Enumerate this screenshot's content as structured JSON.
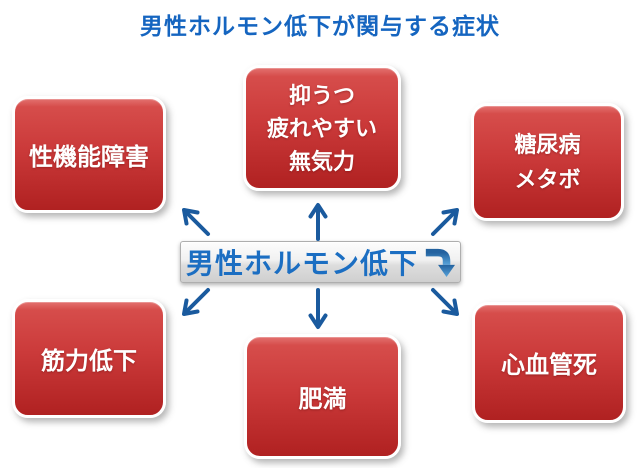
{
  "title": "男性ホルモン低下が関与する症状",
  "center_node": {
    "label": "男性ホルモン低下",
    "icon": "elbow-down-arrow-icon"
  },
  "symptom_nodes": [
    {
      "name": "sexual-dysfunction",
      "text": "性機能障害"
    },
    {
      "name": "depression-fatigue-apathy",
      "text": "抑うつ\n疲れやすい\n無気力"
    },
    {
      "name": "diabetes-metabolic",
      "text": "糖尿病\nメタボ"
    },
    {
      "name": "muscle-weakness",
      "text": "筋力低下"
    },
    {
      "name": "obesity",
      "text": "肥満"
    },
    {
      "name": "cardiovascular-death",
      "text": "心血管死"
    }
  ],
  "colors": {
    "title_blue": "#1565c0",
    "center_text_blue": "#1b6ec2",
    "arrow_blue": "#1a5a9e",
    "node_red_top": "#d64d4b",
    "node_red_bottom": "#b02121",
    "center_bar_gray": "#dddddd"
  }
}
